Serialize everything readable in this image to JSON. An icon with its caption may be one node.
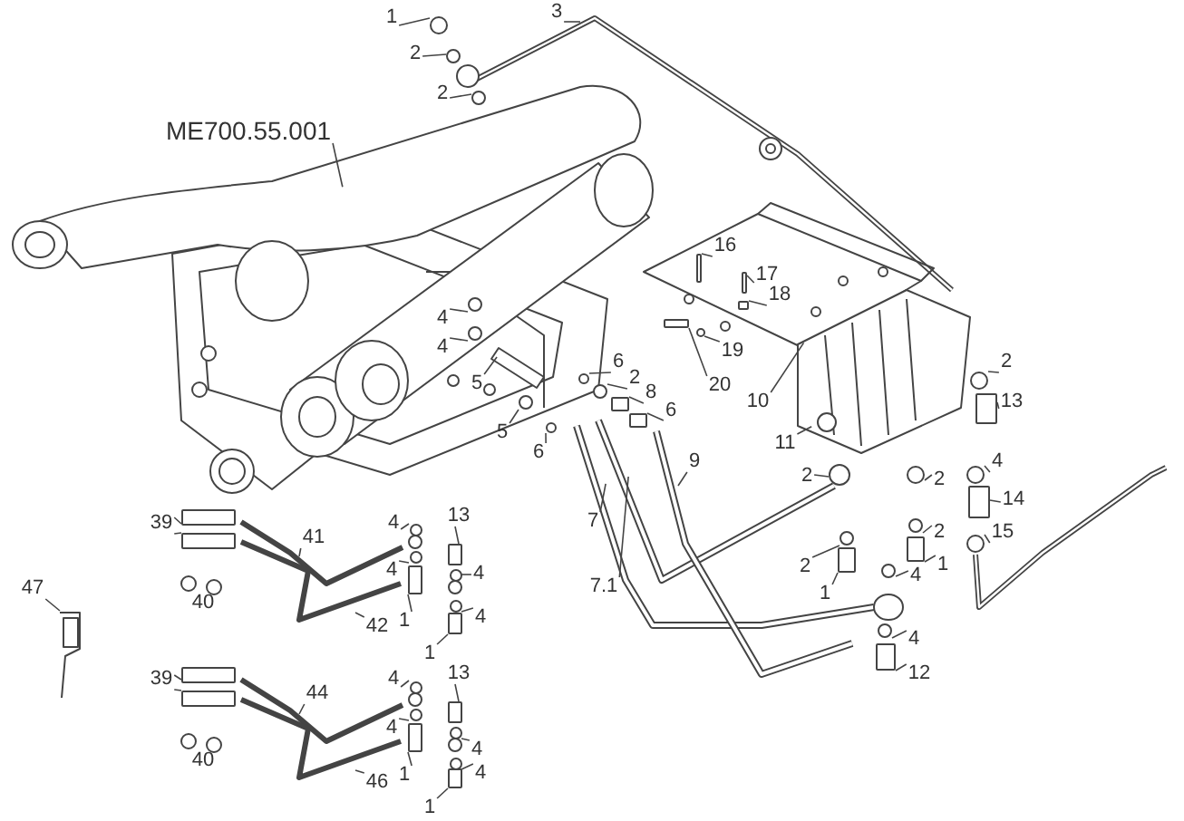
{
  "diagram": {
    "nodes": [
      {
        "text": [
          "1"
        ]
      },
      {
        "text": [
          "2"
        ]
      },
      {
        "text": [
          "3"
        ]
      },
      {
        "text": [
          "2"
        ]
      },
      {
        "text": [
          "ME700.55.001"
        ]
      },
      {
        "text": [
          "4"
        ]
      },
      {
        "text": [
          "4"
        ]
      },
      {
        "text": [
          "5"
        ]
      },
      {
        "text": [
          "5"
        ]
      },
      {
        "text": [
          "6"
        ]
      },
      {
        "text": [
          "6"
        ]
      },
      {
        "text": [
          "2"
        ]
      },
      {
        "text": [
          "8"
        ]
      },
      {
        "text": [
          "6"
        ]
      },
      {
        "text": [
          "7"
        ]
      },
      {
        "text": [
          "7.1"
        ]
      },
      {
        "text": [
          "9"
        ]
      },
      {
        "text": [
          "10"
        ]
      },
      {
        "text": [
          "16"
        ]
      },
      {
        "text": [
          "17"
        ]
      },
      {
        "text": [
          "18"
        ]
      },
      {
        "text": [
          "19"
        ]
      },
      {
        "text": [
          "20"
        ]
      },
      {
        "text": [
          "11"
        ]
      },
      {
        "text": [
          "2"
        ]
      },
      {
        "text": [
          "13"
        ]
      },
      {
        "text": [
          "2"
        ]
      },
      {
        "text": [
          "2"
        ]
      },
      {
        "text": [
          "4"
        ]
      },
      {
        "text": [
          "14"
        ]
      },
      {
        "text": [
          "15"
        ]
      },
      {
        "text": [
          "2"
        ]
      },
      {
        "text": [
          "2"
        ]
      },
      {
        "text": [
          "1"
        ]
      },
      {
        "text": [
          "1"
        ]
      },
      {
        "text": [
          "4"
        ]
      },
      {
        "text": [
          "4"
        ]
      },
      {
        "text": [
          "12"
        ]
      },
      {
        "text": [
          "39"
        ]
      },
      {
        "text": [
          "41"
        ]
      },
      {
        "text": [
          "47"
        ]
      },
      {
        "text": [
          "4"
        ]
      },
      {
        "text": [
          "4"
        ]
      },
      {
        "text": [
          "13"
        ]
      },
      {
        "text": [
          "4"
        ]
      },
      {
        "text": [
          "4"
        ]
      },
      {
        "text": [
          "42"
        ]
      },
      {
        "text": [
          "1"
        ]
      },
      {
        "text": [
          "1"
        ]
      },
      {
        "text": [
          "39"
        ]
      },
      {
        "text": [
          "44"
        ]
      },
      {
        "text": [
          "4"
        ]
      },
      {
        "text": [
          "4"
        ]
      },
      {
        "text": [
          "13"
        ]
      },
      {
        "text": [
          "4"
        ]
      },
      {
        "text": [
          "4"
        ]
      },
      {
        "text": [
          "46"
        ]
      },
      {
        "text": [
          "1"
        ]
      },
      {
        "text": [
          "1"
        ]
      },
      {
        "text": [],
        "shape": "circle"
      },
      {
        "text": [],
        "shape": "circle"
      },
      {
        "text": [],
        "shape": "circle"
      },
      {
        "text": [],
        "shape": "circle"
      },
      {
        "text": [],
        "shape": "circle"
      },
      {
        "text": [],
        "shape": "circle"
      },
      {
        "text": [],
        "shape": "circle"
      },
      {
        "text": [],
        "shape": "circle"
      },
      {
        "text": [],
        "shape": "circle"
      },
      {
        "text": [],
        "shape": "box"
      },
      {
        "text": [],
        "shape": "box"
      },
      {
        "text": [],
        "shape": "box"
      },
      {
        "text": [],
        "shape": "box"
      },
      {
        "text": [],
        "shape": "box"
      },
      {
        "text": [],
        "shape": "box"
      },
      {
        "text": [],
        "shape": "circle"
      },
      {
        "text": [],
        "shape": "box"
      },
      {
        "text": [],
        "shape": "circle"
      },
      {
        "text": [],
        "shape": "circle"
      },
      {
        "text": [],
        "shape": "circle"
      },
      {
        "text": [],
        "shape": "box"
      },
      {
        "text": [],
        "shape": "circle"
      },
      {
        "text": [],
        "shape": "circle"
      },
      {
        "text": [],
        "shape": "circle"
      },
      {
        "text": [],
        "shape": "box"
      },
      {
        "text": [],
        "shape": "box"
      },
      {
        "text": [],
        "shape": "circle"
      },
      {
        "text": [],
        "shape": "circle"
      },
      {
        "text": [],
        "shape": "box"
      },
      {
        "text": [],
        "shape": "box"
      },
      {
        "text": [],
        "shape": "box"
      },
      {
        "text": [],
        "shape": "circle"
      },
      {
        "text": [],
        "shape": "circle"
      },
      {
        "text": [],
        "shape": "box"
      },
      {
        "text": [],
        "shape": "circle"
      },
      {
        "text": [],
        "shape": "circle"
      },
      {
        "text": [],
        "shape": "box"
      },
      {
        "text": [],
        "shape": "box"
      },
      {
        "text": [],
        "shape": "box"
      },
      {
        "text": [],
        "shape": "box"
      },
      {
        "text": [],
        "shape": "circle"
      },
      {
        "text": [],
        "shape": "circle"
      },
      {
        "text": [],
        "shape": "box"
      },
      {
        "text": [],
        "shape": "circle"
      },
      {
        "text": [],
        "shape": "circle"
      },
      {
        "text": [],
        "shape": "box"
      },
      {
        "text": [],
        "shape": "box"
      },
      {
        "text": [],
        "shape": "circle"
      }
    ],
    "edges": [
      {
        "from": 0,
        "to": 59,
        "arrow": "none"
      },
      {
        "from": 1,
        "to": 60,
        "arrow": "none"
      },
      {
        "from": 2,
        "to": null,
        "arrow": "none"
      },
      {
        "from": 3,
        "to": 61,
        "arrow": "none"
      },
      {
        "from": 4,
        "to": null,
        "arrow": "none"
      },
      {
        "from": 5,
        "to": 62,
        "arrow": "none"
      },
      {
        "from": 6,
        "to": 63,
        "arrow": "none"
      },
      {
        "from": 7,
        "to": null,
        "arrow": "none"
      },
      {
        "from": 8,
        "to": 64,
        "arrow": "none"
      },
      {
        "from": 9,
        "to": 65,
        "arrow": "none"
      },
      {
        "from": 10,
        "to": 66,
        "arrow": "none"
      },
      {
        "from": 11,
        "to": 67,
        "arrow": "none"
      },
      {
        "from": 12,
        "to": 68,
        "arrow": "none"
      },
      {
        "from": 13,
        "to": 69,
        "arrow": "none"
      },
      {
        "from": 14,
        "to": null,
        "arrow": "none"
      },
      {
        "from": 15,
        "to": null,
        "arrow": "none"
      },
      {
        "from": 16,
        "to": null,
        "arrow": "none"
      },
      {
        "from": 17,
        "to": null,
        "arrow": "none"
      },
      {
        "from": 18,
        "to": 70,
        "arrow": "none"
      },
      {
        "from": 19,
        "to": 71,
        "arrow": "none"
      },
      {
        "from": 20,
        "to": 72,
        "arrow": "none"
      },
      {
        "from": 21,
        "to": 106,
        "arrow": "none"
      },
      {
        "from": 22,
        "to": 73,
        "arrow": "none"
      },
      {
        "from": 23,
        "to": null,
        "arrow": "none"
      },
      {
        "from": 24,
        "to": 74,
        "arrow": "none"
      },
      {
        "from": 25,
        "to": 75,
        "arrow": "none"
      },
      {
        "from": 26,
        "to": 76,
        "arrow": "none"
      },
      {
        "from": 27,
        "to": 77,
        "arrow": "none"
      },
      {
        "from": 28,
        "to": 78,
        "arrow": "none"
      },
      {
        "from": 29,
        "to": 79,
        "arrow": "none"
      },
      {
        "from": 30,
        "to": 80,
        "arrow": "none"
      },
      {
        "from": 31,
        "to": 81,
        "arrow": "none"
      },
      {
        "from": 32,
        "to": 82,
        "arrow": "none"
      },
      {
        "from": 33,
        "to": 83,
        "arrow": "none"
      },
      {
        "from": 34,
        "to": 84,
        "arrow": "none"
      },
      {
        "from": 35,
        "to": 85,
        "arrow": "none"
      },
      {
        "from": 36,
        "to": 86,
        "arrow": "none"
      },
      {
        "from": 37,
        "to": 87,
        "arrow": "none"
      },
      {
        "from": 38,
        "to": 88,
        "arrow": "none"
      },
      {
        "from": 38,
        "to": 89,
        "arrow": "none"
      },
      {
        "from": 39,
        "to": null,
        "arrow": "none"
      },
      {
        "from": 40,
        "to": null,
        "arrow": "none"
      },
      {
        "from": 41,
        "to": 90,
        "arrow": "none"
      },
      {
        "from": 42,
        "to": 91,
        "arrow": "none"
      },
      {
        "from": 43,
        "to": 92,
        "arrow": "none"
      },
      {
        "from": 44,
        "to": 93,
        "arrow": "none"
      },
      {
        "from": 45,
        "to": 94,
        "arrow": "none"
      },
      {
        "from": 46,
        "to": null,
        "arrow": "none"
      },
      {
        "from": 47,
        "to": 95,
        "arrow": "none"
      },
      {
        "from": 48,
        "to": 96,
        "arrow": "none"
      },
      {
        "from": 49,
        "to": 97,
        "arrow": "none"
      },
      {
        "from": 49,
        "to": 98,
        "arrow": "none"
      },
      {
        "from": 50,
        "to": null,
        "arrow": "none"
      },
      {
        "from": 51,
        "to": 99,
        "arrow": "none"
      },
      {
        "from": 52,
        "to": 100,
        "arrow": "none"
      },
      {
        "from": 53,
        "to": 101,
        "arrow": "none"
      },
      {
        "from": 54,
        "to": 102,
        "arrow": "none"
      },
      {
        "from": 55,
        "to": 103,
        "arrow": "none"
      },
      {
        "from": 56,
        "to": null,
        "arrow": "none"
      },
      {
        "from": 57,
        "to": 104,
        "arrow": "none"
      },
      {
        "from": 58,
        "to": 105,
        "arrow": "none"
      }
    ],
    "labels": [
      "40",
      "40"
    ]
  }
}
